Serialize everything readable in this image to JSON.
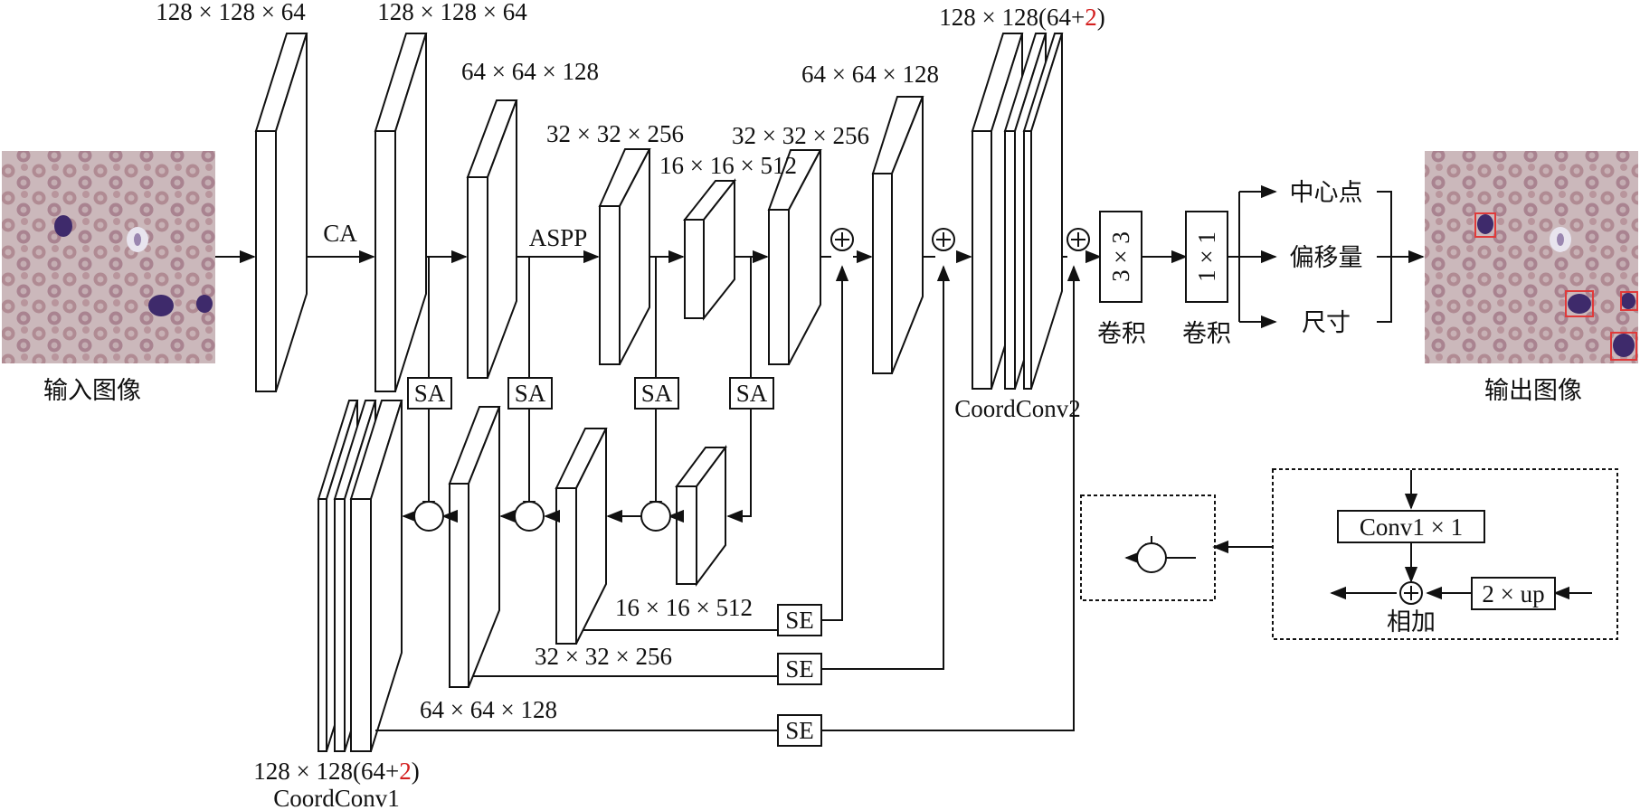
{
  "images": {
    "input_caption": "输入图像",
    "output_caption": "输出图像",
    "cell_bg": "#c7b2b6",
    "cell_fill": "#b48a93",
    "nucleus_color": "#3e2a6b",
    "box_color": "#e03a3a"
  },
  "encoder": {
    "dims": {
      "l1": "128 × 128 × 64",
      "l2": "128 × 128 × 64",
      "l3": "64 × 64 × 128",
      "l4": "32 × 32 × 256",
      "l5": "16 × 16 × 512",
      "l6": "32 × 32 × 256",
      "l7": "64 × 64 × 128"
    },
    "ca": "CA",
    "aspp": "ASPP"
  },
  "coordconv2": {
    "dim_prefix": "128 × 128(64+",
    "dim_red": "2",
    "dim_suffix": ")",
    "name": "CoordConv2"
  },
  "coordconv1": {
    "dim_prefix": "128 × 128(64+",
    "dim_red": "2",
    "dim_suffix": ")",
    "name": "CoordConv1"
  },
  "attention": {
    "sa": "SA",
    "se": "SE"
  },
  "decoder": {
    "dims": {
      "d1": "16 × 16 × 512",
      "d2": "32 × 32 × 256",
      "d3": "64 × 64 × 128"
    }
  },
  "head": {
    "conv3": "3 × 3",
    "conv1": "1 × 1",
    "conv_caption": "卷积",
    "outputs": [
      "中心点",
      "偏移量",
      "尺寸"
    ]
  },
  "legend": {
    "conv": "Conv1 × 1",
    "up": "2 × up",
    "add": "相加"
  },
  "symbols": {
    "add": "⊕"
  }
}
